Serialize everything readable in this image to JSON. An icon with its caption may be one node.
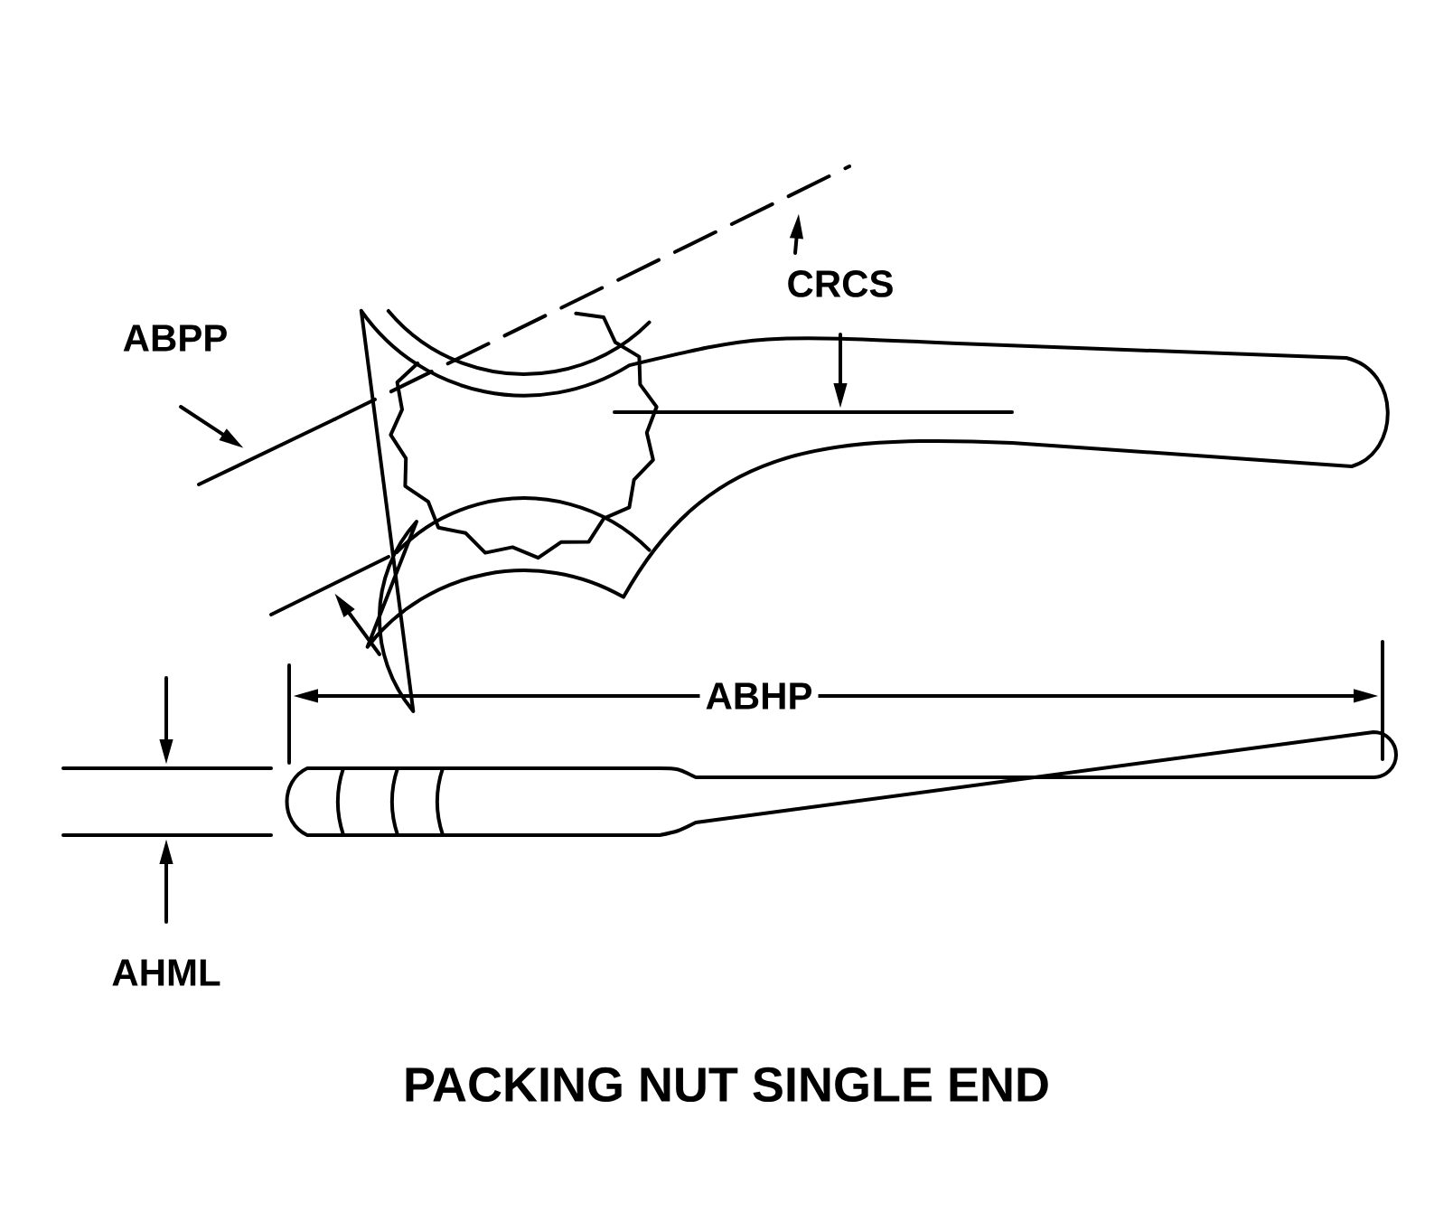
{
  "diagram": {
    "title": "PACKING NUT SINGLE END",
    "labels": [
      "CRCS",
      "ABPP",
      "ABHP",
      "AHML"
    ]
  }
}
